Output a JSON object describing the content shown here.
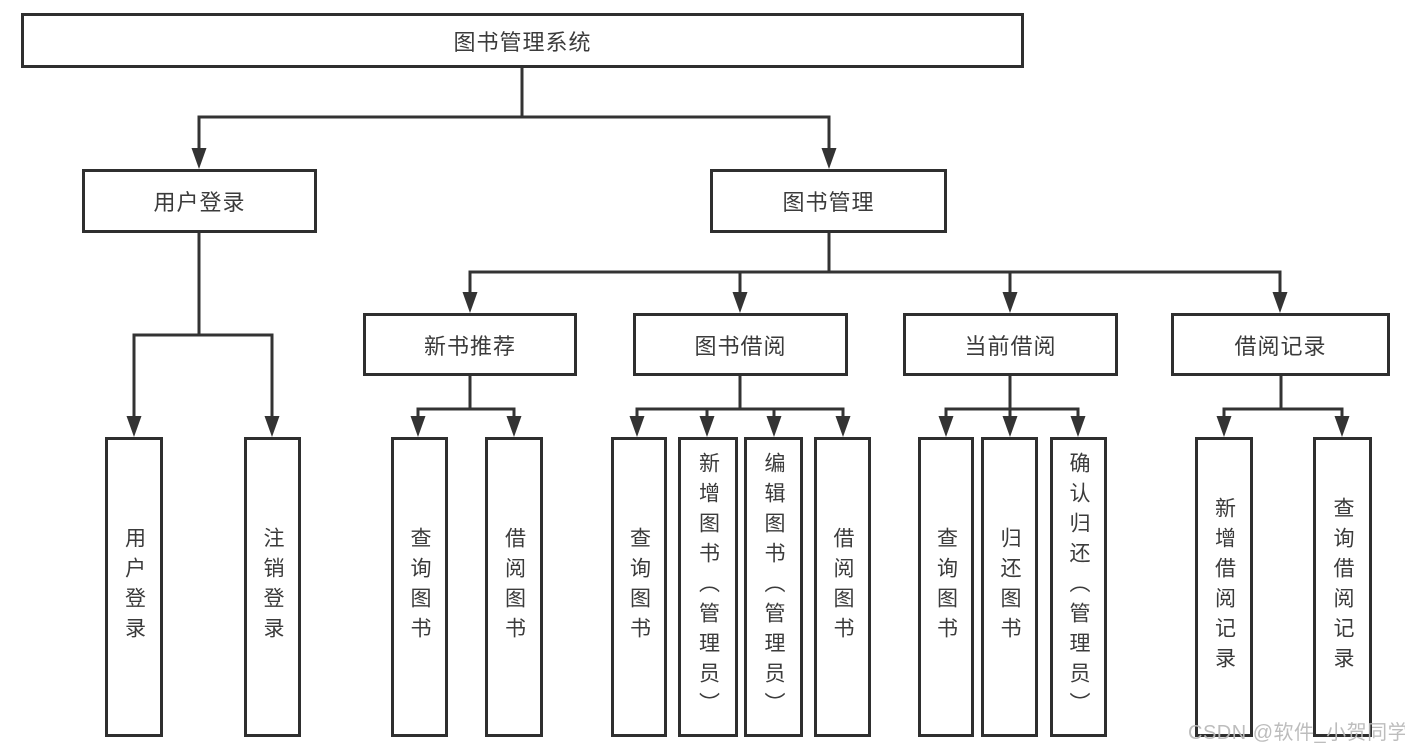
{
  "diagram": {
    "root": "图书管理系统",
    "level2": [
      {
        "label": "用户登录",
        "leaves": [
          "用户登录",
          "注销登录"
        ]
      },
      {
        "label": "图书管理",
        "sections": [
          {
            "label": "新书推荐",
            "leaves": [
              "查询图书",
              "借阅图书"
            ]
          },
          {
            "label": "图书借阅",
            "leaves": [
              "查询图书",
              "新增图书（管理员）",
              "编辑图书（管理员）",
              "借阅图书"
            ]
          },
          {
            "label": "当前借阅",
            "leaves": [
              "查询图书",
              "归还图书",
              "确认归还（管理员）"
            ]
          },
          {
            "label": "借阅记录",
            "leaves": [
              "新增借阅记录",
              "查询借阅记录"
            ]
          }
        ]
      }
    ]
  },
  "watermark": "CSDN @软件_小贺同学",
  "colors": {
    "line": "#333333",
    "box_border": "#2f2f2f",
    "text": "#3b3b3b",
    "background": "#ffffff",
    "watermark": "#b9b9b9"
  }
}
